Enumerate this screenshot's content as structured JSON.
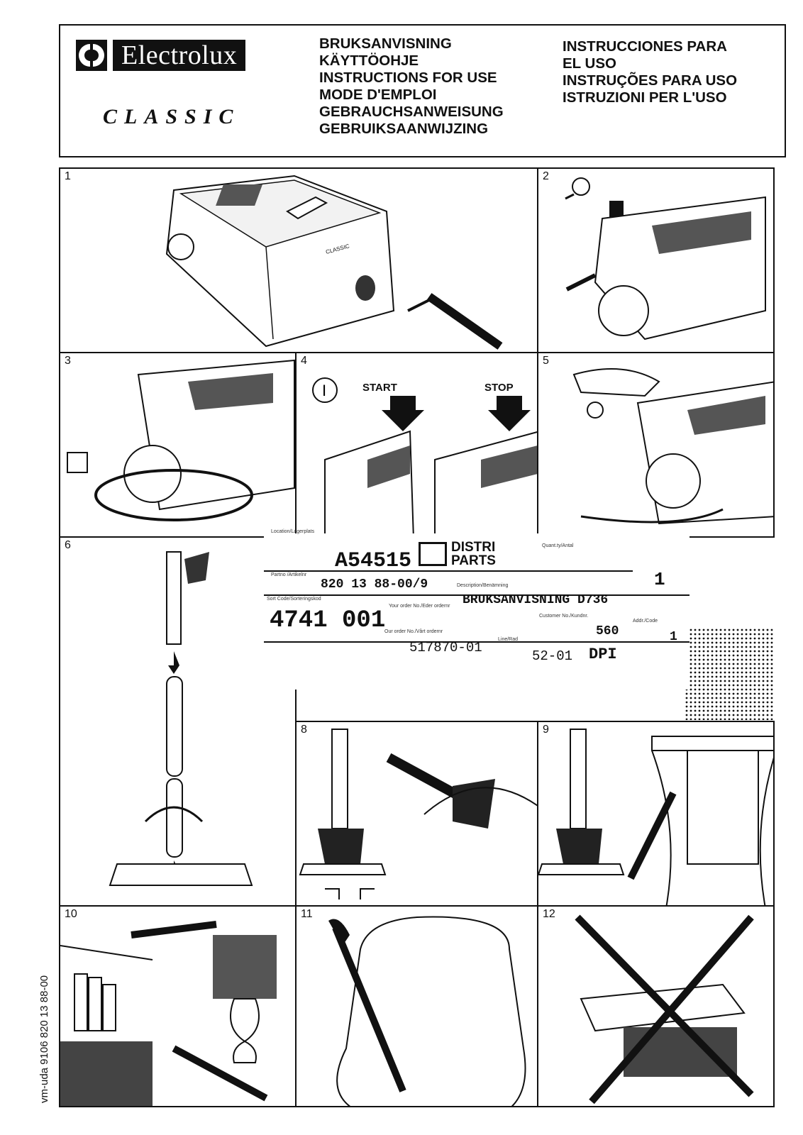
{
  "header": {
    "brand": "Electrolux",
    "model": "CLASSIC",
    "languages_col1": [
      "BRUKSANVISNING",
      "KÄYTTÖOHJE",
      "INSTRUCTIONS FOR USE",
      "MODE D'EMPLOI",
      "GEBRAUCHSANWEISUNG",
      "GEBRUIKSAANWIJZING"
    ],
    "languages_col2": [
      "INSTRUCCIONES PARA",
      "EL USO",
      "INSTRUÇÕES PARA USO",
      "ISTRUZIONI PER L'USO"
    ]
  },
  "panels": {
    "p1": "1",
    "p2": "2",
    "p3": "3",
    "p4": "4",
    "p5": "5",
    "p6": "6",
    "p8": "8",
    "p9": "9",
    "p10": "10",
    "p11": "11",
    "p12": "12",
    "start_label": "START",
    "stop_label": "STOP",
    "on_symbol": "I",
    "machine_label": "CLASSIC"
  },
  "label_card": {
    "location_caption": "Location/Lagerplats",
    "location_code": "A54515",
    "distri_line1": "DISTRI",
    "distri_line2": "PARTS",
    "quantity_caption": "Quant.ty/Antal",
    "quantity": "1",
    "partno_caption": "Partno /Artikelnr",
    "partno": "820 13 88-00/9",
    "description_caption": "Description/Benämning",
    "description": "BRUKSANVISNING D736",
    "sortcode_caption": "Sort Code/Sorteringskod",
    "sortcode": "4741 001",
    "your_order_caption": "Your order No./Eder ordernr",
    "customer_caption": "Customer No./Kundnr.",
    "customer_no": "560",
    "addr_caption": "Addr./Code",
    "addr_code": "1",
    "our_order_caption": "Our order No./Vårt ordernr",
    "our_order": "517870-01",
    "line_caption": "Line/Rad",
    "line": "52-01",
    "dpi": "DPI"
  },
  "side_code": "vm-uda  9106  820 13 88-00"
}
